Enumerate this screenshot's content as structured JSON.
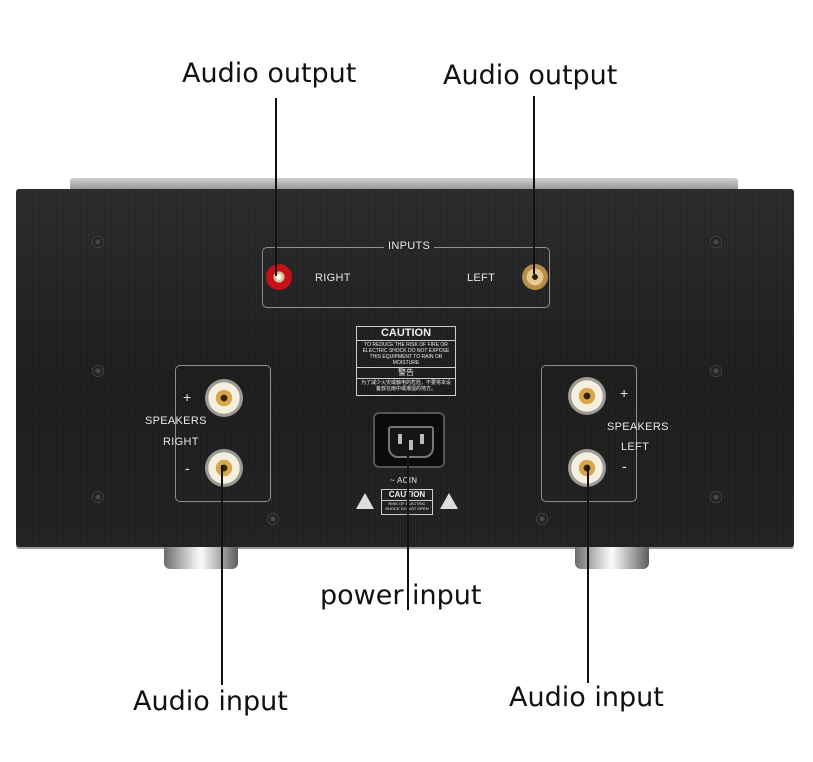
{
  "callouts": {
    "audio_output_right": "Audio output",
    "audio_output_left": "Audio output",
    "power_input": "power input",
    "audio_input_right": "Audio input",
    "audio_input_left": "Audio input"
  },
  "panel": {
    "inputs_title": "INPUTS",
    "input_right": "RIGHT",
    "input_left": "LEFT",
    "caution_title": "CAUTION",
    "caution_text": "TO REDUCE THE RISK OF FIRE OR ELECTRIC SHOCK DO NOT EXPOSE THIS EQUIPMENT TO RAIN OR MOISTURE",
    "caution_cn_title": "警告",
    "caution_cn_text": "为了减少火灾或触电的危险，不要将本设备放在雨中或潮湿的地方。",
    "ac_in": "~ ACIN",
    "small_caution_title": "CAUTION",
    "small_caution_text": "RISK OF ELECTRIC SHOCK DO NOT OPEN",
    "speakers_right": {
      "plus": "+",
      "label": "SPEAKERS",
      "side": "RIGHT",
      "minus": "-"
    },
    "speakers_left": {
      "plus": "+",
      "label": "SPEAKERS",
      "side": "LEFT",
      "minus": "-"
    }
  }
}
